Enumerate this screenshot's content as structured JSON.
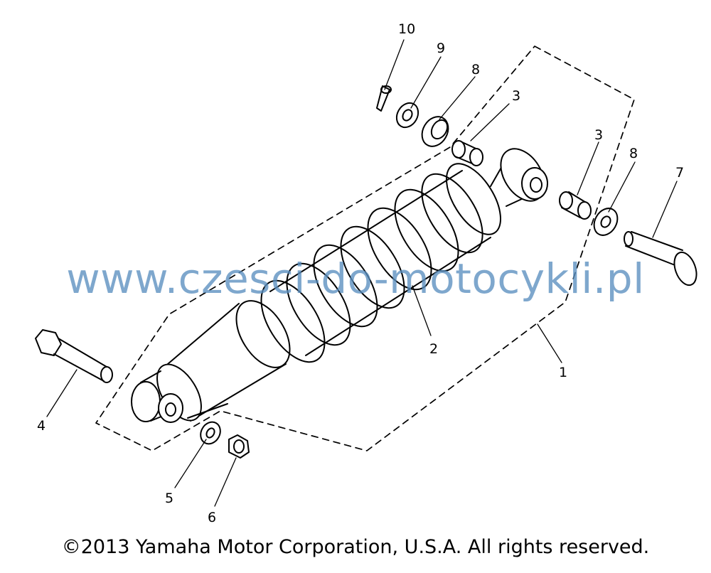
{
  "diagram": {
    "callouts": [
      "10",
      "9",
      "8",
      "3",
      "3",
      "8",
      "7",
      "2",
      "1",
      "4",
      "5",
      "6"
    ]
  },
  "watermark": "www.czesci-do-motocykli.pl",
  "copyright": "©2013 Yamaha Motor Corporation, U.S.A. All rights reserved."
}
